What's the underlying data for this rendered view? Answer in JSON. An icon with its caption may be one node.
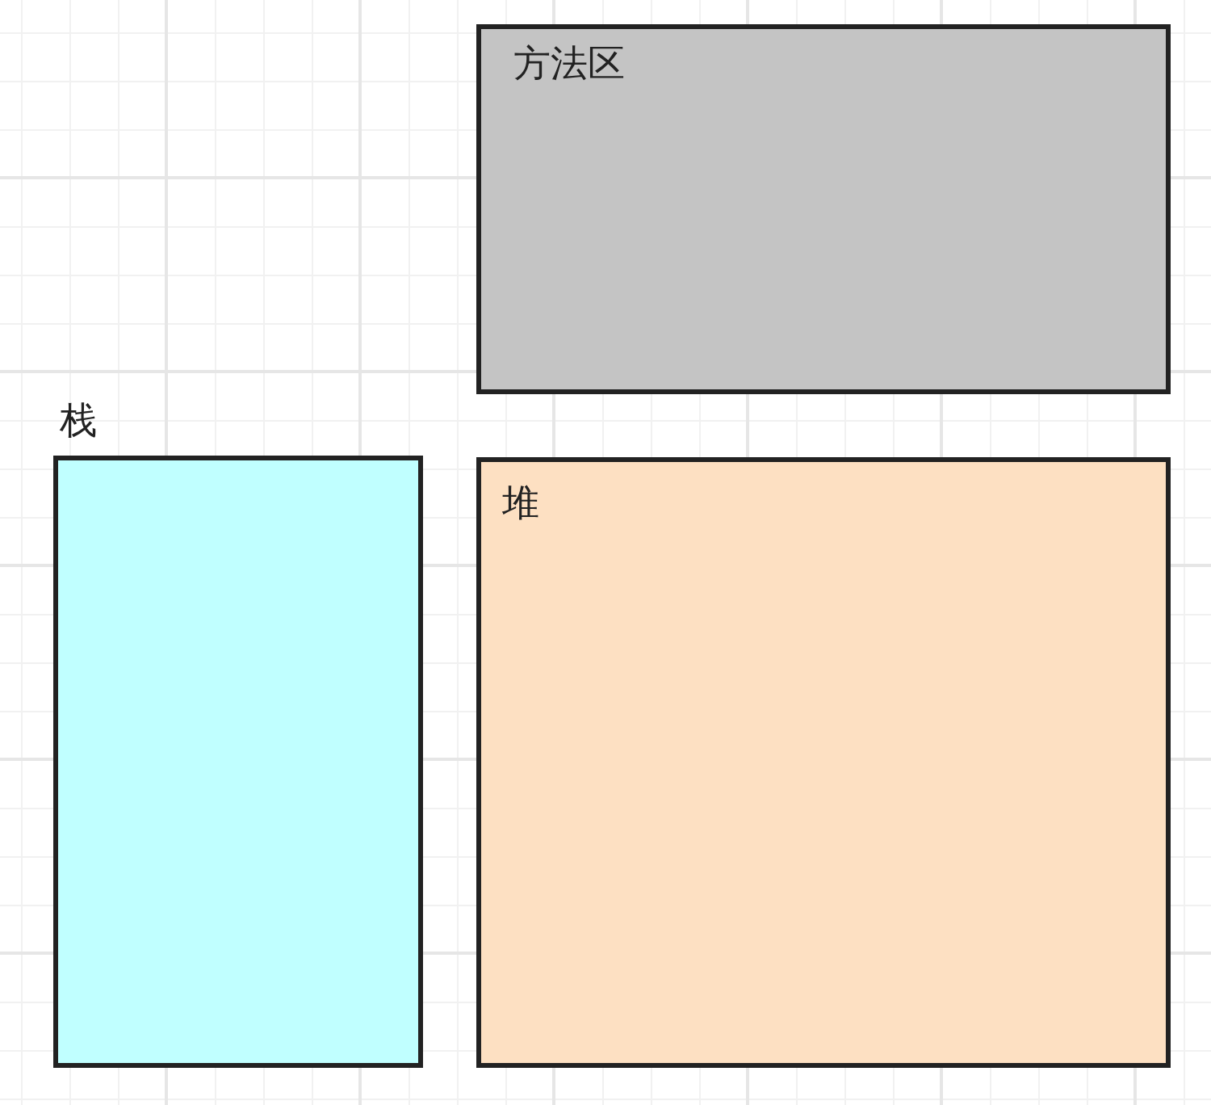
{
  "diagram": {
    "nodes": [
      {
        "text": [
          "方法区"
        ]
      },
      {
        "text": [
          "栈"
        ]
      },
      {
        "text": [
          "堆"
        ]
      }
    ]
  }
}
